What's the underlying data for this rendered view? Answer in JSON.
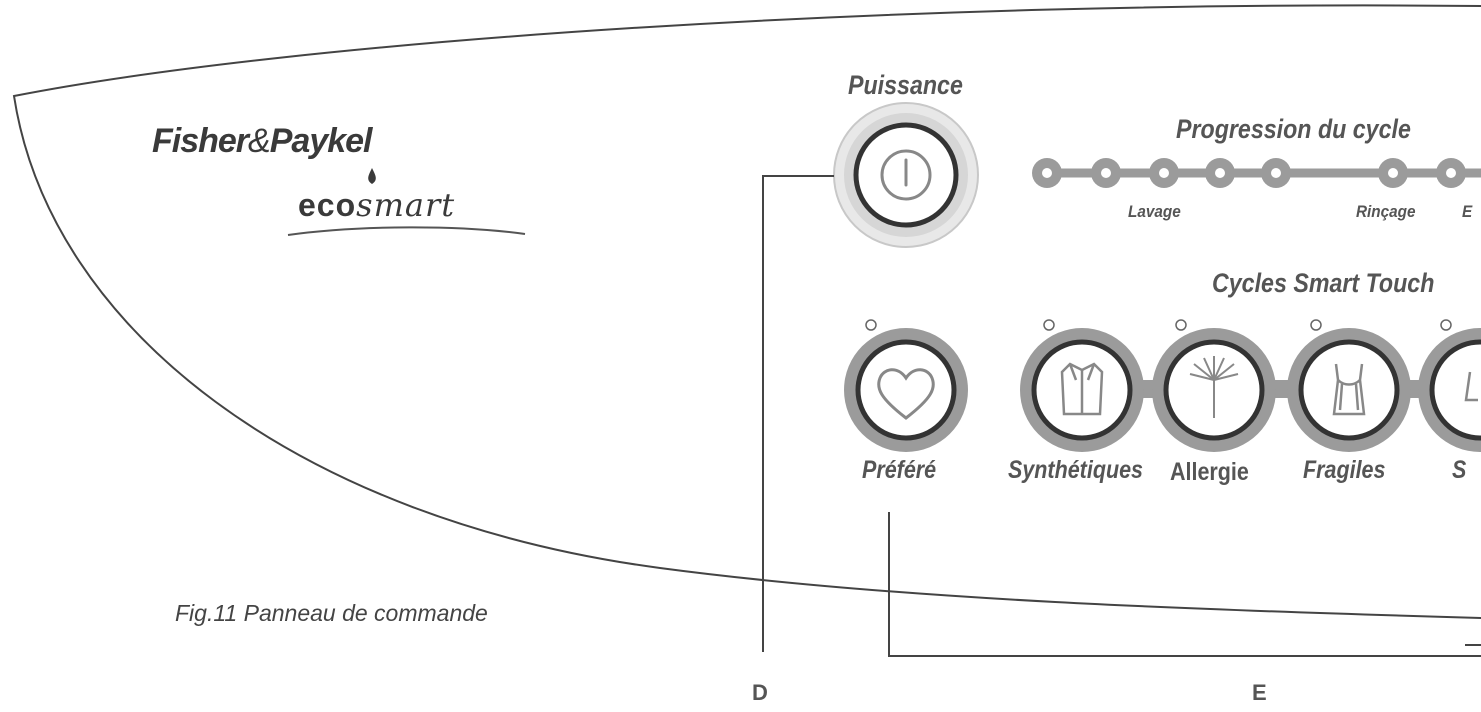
{
  "brand": {
    "name_left": "Fisher",
    "name_amp": "&",
    "name_right": "Paykel",
    "sub_eco": "eco",
    "sub_smart": "smart"
  },
  "power": {
    "label": "Puissance"
  },
  "progress": {
    "title": "Progression du cycle",
    "stages": [
      "Lavage",
      "Rinçage",
      "E"
    ]
  },
  "smart_touch": {
    "title": "Cycles Smart Touch",
    "buttons": [
      {
        "label": "Préféré",
        "icon": "heart-icon"
      },
      {
        "label": "Synthétiques",
        "icon": "shirt-icon"
      },
      {
        "label": "Allergie",
        "icon": "dandelion-icon"
      },
      {
        "label": "Fragiles",
        "icon": "camisole-icon"
      },
      {
        "label": "S",
        "icon": "partial-icon"
      }
    ]
  },
  "caption": "Fig.11 Panneau de commande",
  "callouts": [
    "D",
    "E"
  ],
  "colors": {
    "ring": "#9b9b9b",
    "ring_light": "#d2d2d2",
    "outline": "#3a3a3a",
    "text": "#555555"
  }
}
